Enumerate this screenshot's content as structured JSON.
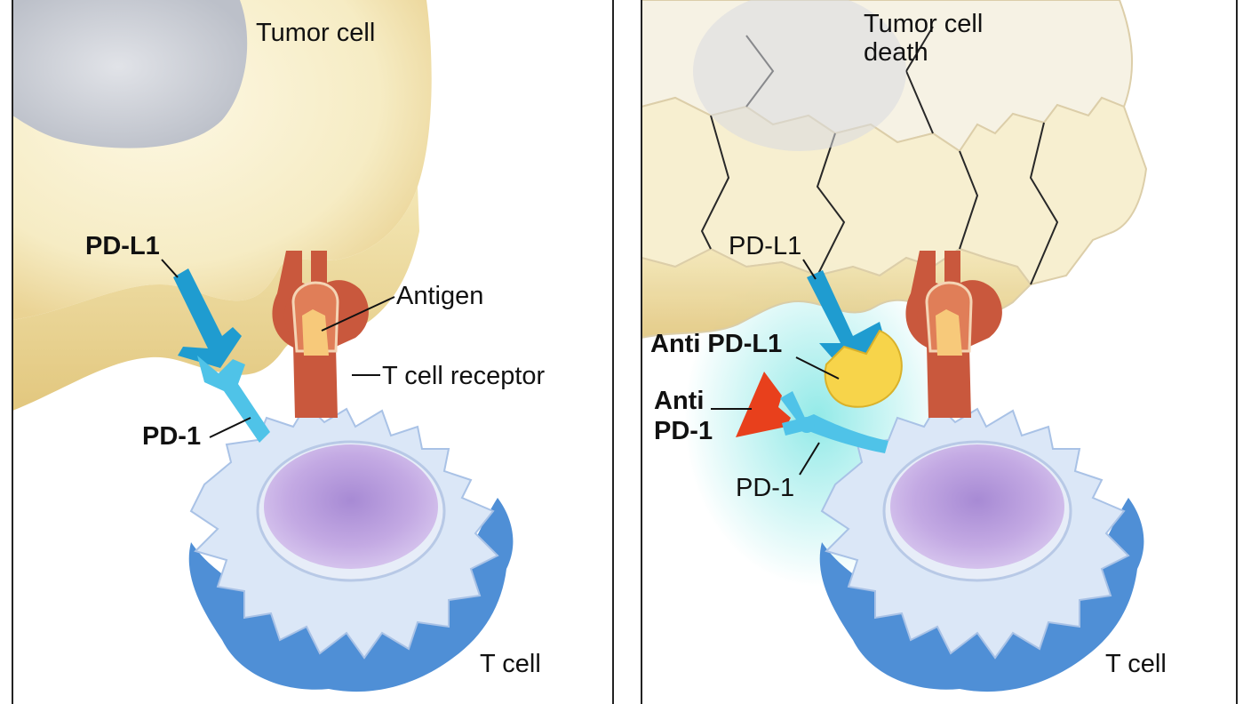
{
  "panels": {
    "left": {
      "tumor_label": "Tumor cell",
      "pdl1_label": "PD-L1",
      "antigen_label": "Antigen",
      "tcr_label": "T cell receptor",
      "pd1_label": "PD-1",
      "tcell_label": "T cell"
    },
    "right": {
      "tumor_label_line1": "Tumor cell",
      "tumor_label_line2": "death",
      "pdl1_label": "PD-L1",
      "anti_pdl1_label": "Anti PD-L1",
      "anti_pd1_line1": "Anti",
      "anti_pd1_line2": "PD-1",
      "pd1_label": "PD-1",
      "tcell_label": "T cell"
    }
  },
  "colors": {
    "tumor_fill": "#f8efc6",
    "tumor_edge": "#e4cf8f",
    "nucleus_gray": "#c9ccd3",
    "pd1": "#4fc3e8",
    "pdl1": "#1f9cd0",
    "tcr": "#c9583d",
    "antigen": "#f7c97a",
    "anti_pdl1": "#f7d44a",
    "anti_pd1": "#e8401c",
    "tcell_membrane": "#dbe7f7",
    "tcell_spikes": "#4f8fd6",
    "tcell_nucleus": "#b79bd9"
  }
}
